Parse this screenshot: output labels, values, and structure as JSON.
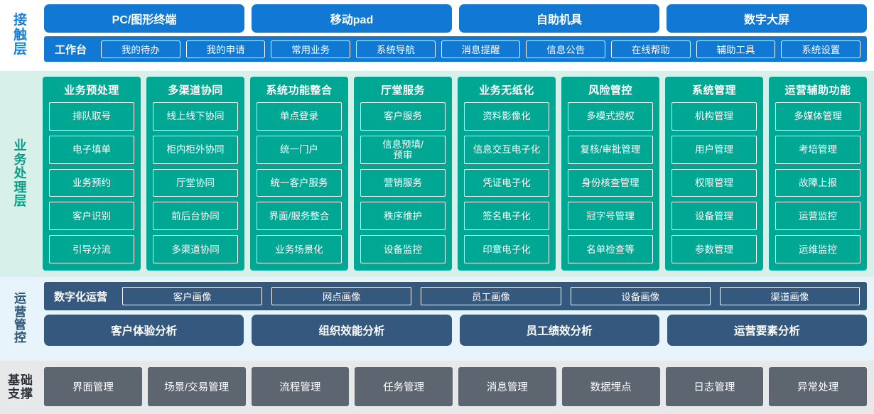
{
  "colors": {
    "blue": "#1178d4",
    "teal": "#00a893",
    "teal_band": "#d7f0ea",
    "slate": "#35587e",
    "slate_band": "#e8f4fb",
    "gray": "#5d6571",
    "gray_band": "#e7e8ea"
  },
  "contact_layer": {
    "side_label": "接触层",
    "channels": [
      {
        "label": "PC/图形终端"
      },
      {
        "label": "移动pad"
      },
      {
        "label": "自助机具"
      },
      {
        "label": "数字大屏"
      }
    ],
    "workbench_title": "工作台",
    "workbench_items": [
      {
        "label": "我的待办"
      },
      {
        "label": "我的申请"
      },
      {
        "label": "常用业务"
      },
      {
        "label": "系统导航"
      },
      {
        "label": "消息提醒"
      },
      {
        "label": "信息公告"
      },
      {
        "label": "在线帮助"
      },
      {
        "label": "辅助工具"
      },
      {
        "label": "系统设置"
      }
    ]
  },
  "business_layer": {
    "side_label": "业务处理层",
    "columns": [
      {
        "title": "业务预处理",
        "items": [
          "排队取号",
          "电子填单",
          "业务预约",
          "客户识别",
          "引导分流"
        ]
      },
      {
        "title": "多渠道协同",
        "items": [
          "线上线下协同",
          "柜内柜外协同",
          "厅堂协同",
          "前后台协同",
          "多渠道协同"
        ]
      },
      {
        "title": "系统功能整合",
        "items": [
          "单点登录",
          "统一门户",
          "统一客户服务",
          "界面/服务整合",
          "业务场景化"
        ]
      },
      {
        "title": "厅堂服务",
        "items": [
          "客户服务",
          "信息预填/\n预审",
          "营销服务",
          "秩序维护",
          "设备监控"
        ]
      },
      {
        "title": "业务无纸化",
        "items": [
          "资料影像化",
          "信息交互电子化",
          "凭证电子化",
          "签名电子化",
          "印章电子化"
        ]
      },
      {
        "title": "风险管控",
        "items": [
          "多模式授权",
          "复核/审批管理",
          "身份核查管理",
          "冠字号管理",
          "名单检查等"
        ]
      },
      {
        "title": "系统管理",
        "items": [
          "机构管理",
          "用户管理",
          "权限管理",
          "设备管理",
          "参数管理"
        ]
      },
      {
        "title": "运营辅助功能",
        "items": [
          "多媒体管理",
          "考培管理",
          "故障上报",
          "运营监控",
          "运维监控"
        ]
      }
    ]
  },
  "ops_layer": {
    "side_label": "运营管控",
    "digital_ops_title": "数字化运营",
    "portraits": [
      {
        "label": "客户画像"
      },
      {
        "label": "网点画像"
      },
      {
        "label": "员工画像"
      },
      {
        "label": "设备画像"
      },
      {
        "label": "渠道画像"
      }
    ],
    "analyses": [
      {
        "label": "客户体验分析"
      },
      {
        "label": "组织效能分析"
      },
      {
        "label": "员工绩效分析"
      },
      {
        "label": "运营要素分析"
      }
    ]
  },
  "base_layer": {
    "side_label": "基础支撑",
    "items": [
      {
        "label": "界面管理"
      },
      {
        "label": "场景/交易管理"
      },
      {
        "label": "流程管理"
      },
      {
        "label": "任务管理"
      },
      {
        "label": "消息管理"
      },
      {
        "label": "数据埋点"
      },
      {
        "label": "日志管理"
      },
      {
        "label": "异常处理"
      }
    ]
  }
}
